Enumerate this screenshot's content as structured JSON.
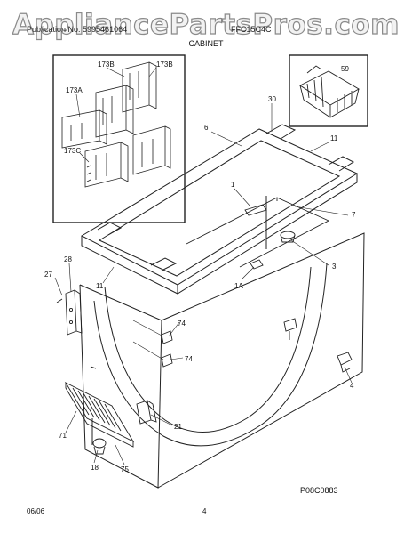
{
  "watermark": "AppliancePartsPros.com",
  "header": {
    "left": "Publication No: 5995461064",
    "model": "FFC15C4C"
  },
  "section_title": "CABINET",
  "callouts": [
    "173B",
    "173B",
    "173A",
    "173C",
    "59",
    "30",
    "6",
    "11",
    "1",
    "7",
    "3",
    "28",
    "27",
    "11",
    "1A",
    "74",
    "74",
    "4",
    "21",
    "71",
    "18",
    "75"
  ],
  "drawing_code": "P08C0883",
  "footer": {
    "date": "06/06",
    "page": "4"
  }
}
